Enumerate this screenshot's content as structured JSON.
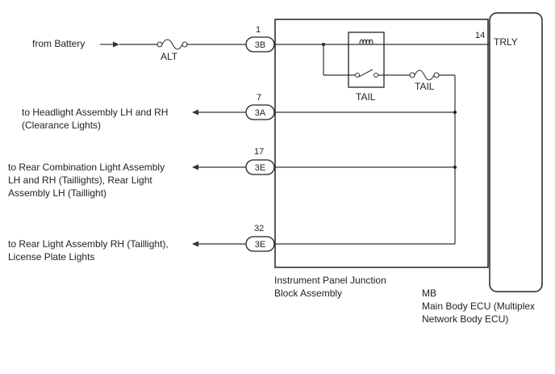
{
  "inputs": {
    "battery": "from Battery"
  },
  "fuses": {
    "alt": "ALT",
    "tail": "TAIL"
  },
  "relay": {
    "label": "TAIL"
  },
  "connectors": [
    {
      "pin": "1",
      "code": "3B"
    },
    {
      "pin": "7",
      "code": "3A"
    },
    {
      "pin": "17",
      "code": "3E"
    },
    {
      "pin": "32",
      "code": "3E"
    }
  ],
  "outputs": {
    "headlight": [
      "to Headlight Assembly LH and RH",
      "(Clearance Lights)"
    ],
    "rear_combination": [
      "to Rear Combination Light Assembly",
      "LH and RH (Taillights), Rear Light",
      "Assembly LH (Taillight)"
    ],
    "rear_light_rh": [
      "to Rear Light Assembly RH (Taillight),",
      "License Plate Lights"
    ]
  },
  "junction_block": {
    "name": [
      "Instrument Panel Junction",
      "Block Assembly"
    ]
  },
  "ecu": {
    "pin": "14",
    "signal": "TRLY",
    "code": "MB",
    "name": [
      "Main Body ECU (Multiplex",
      "Network Body ECU)"
    ]
  }
}
